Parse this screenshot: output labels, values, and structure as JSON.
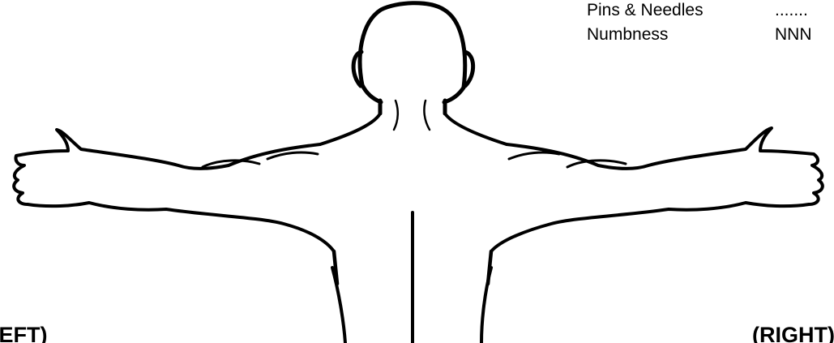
{
  "legend": {
    "items": [
      {
        "label": "Pins & Needles",
        "symbol": "......."
      },
      {
        "label": "Numbness",
        "symbol": "NNN"
      }
    ]
  },
  "side_labels": {
    "left": "(LEFT)",
    "right": "(RIGHT)"
  },
  "figure": {
    "view": "posterior",
    "icon": "human-body-outline-icon"
  }
}
